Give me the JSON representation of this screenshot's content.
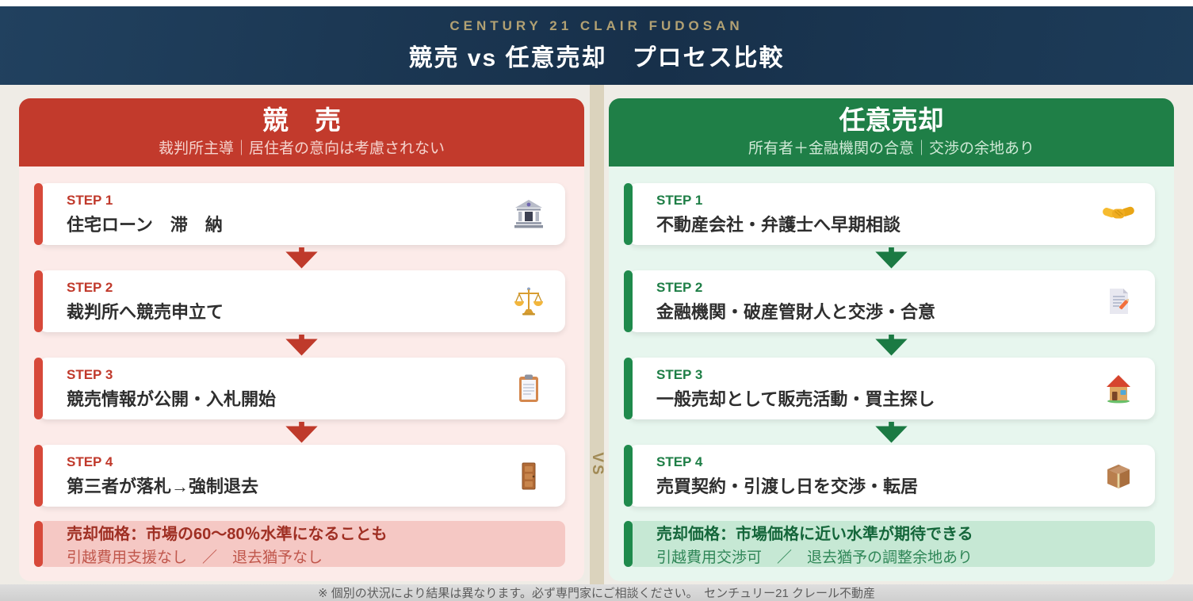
{
  "header": {
    "brand": "CENTURY 21 CLAIR FUDOSAN",
    "title": "競売 vs 任意売却　プロセス比較"
  },
  "divider": {
    "label": "VS"
  },
  "auction": {
    "title": "競　売",
    "subtitle": "裁判所主導｜居住者の意向は考慮されない",
    "steps": [
      {
        "label": "STEP 1",
        "text": "住宅ローン　滞　納",
        "icon": "bank-icon"
      },
      {
        "label": "STEP 2",
        "text": "裁判所へ競売申立て",
        "icon": "scales-icon"
      },
      {
        "label": "STEP 3",
        "text": "競売情報が公開・入札開始",
        "icon": "clipboard-icon"
      },
      {
        "label": "STEP 4",
        "text": "第三者が落札→強制退去",
        "icon": "door-icon"
      }
    ],
    "summary": {
      "price": "売却価格：市場の60〜80％水準になることも",
      "terms": "引越費用支援なし　／　退去猶予なし"
    }
  },
  "voluntary": {
    "title": "任意売却",
    "subtitle": "所有者＋金融機関の合意｜交渉の余地あり",
    "steps": [
      {
        "label": "STEP 1",
        "text": "不動産会社・弁護士へ早期相談",
        "icon": "handshake-icon"
      },
      {
        "label": "STEP 2",
        "text": "金融機関・破産管財人と交渉・合意",
        "icon": "memo-icon"
      },
      {
        "label": "STEP 3",
        "text": "一般売却として販売活動・買主探し",
        "icon": "house-icon"
      },
      {
        "label": "STEP 4",
        "text": "売買契約・引渡し日を交渉・転居",
        "icon": "package-icon"
      }
    ],
    "summary": {
      "price": "売却価格：市場価格に近い水準が期待できる",
      "terms": "引越費用交渉可　／　退去猶予の調整余地あり"
    }
  },
  "footer": {
    "note": "※ 個別の状況により結果は異なります。必ず専門家にご相談ください。　センチュリー21 クレール不動産"
  },
  "colors": {
    "navy_header": "#1b3a59",
    "gold_brand": "#b2a173",
    "auction_red": "#c23a2c",
    "auction_body": "#fcebe9",
    "auction_summary_bg": "#f5c8c4",
    "voluntary_green": "#1f7f47",
    "voluntary_body": "#e7f6ee",
    "voluntary_summary_bg": "#c6e8d4",
    "divider_beige": "#dbd3bd",
    "footer_gray": "#d5d5d5"
  }
}
